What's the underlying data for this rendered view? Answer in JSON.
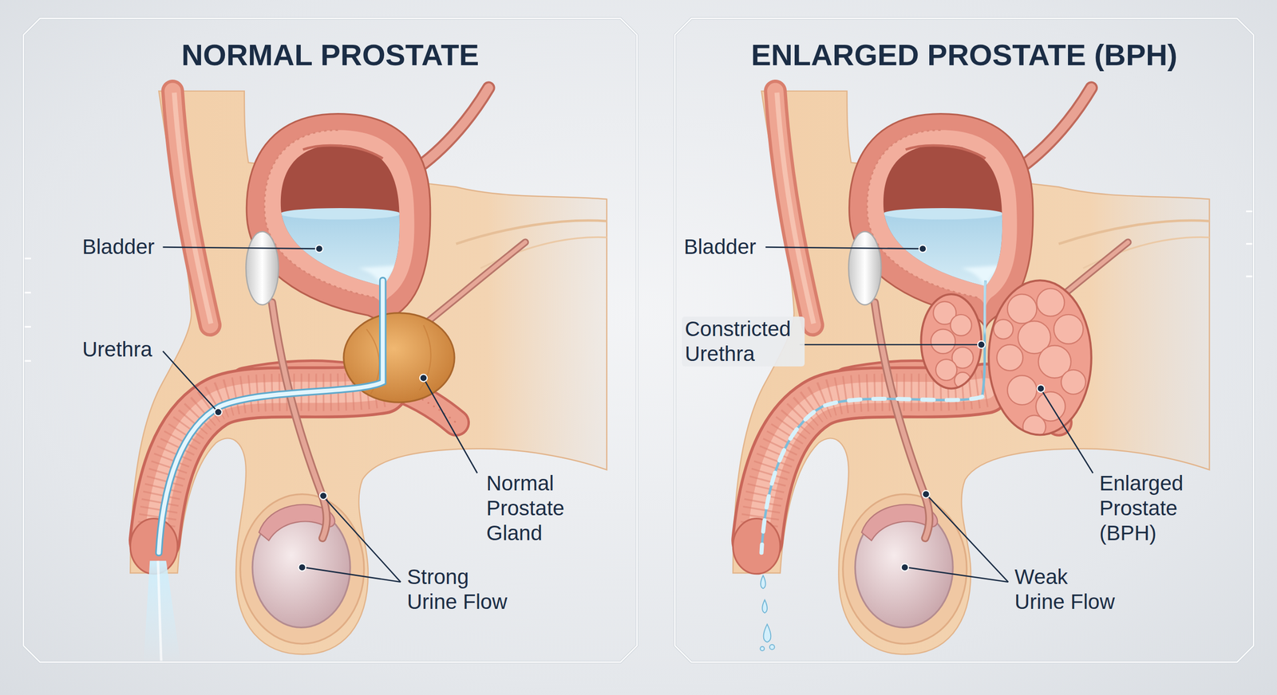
{
  "diagram": {
    "nodes": [
      {
        "text": [
          "NORMAL PROSTATE"
        ]
      },
      {
        "text": [
          "ENLARGED PROSTATE (BPH)"
        ]
      }
    ],
    "labels": [
      "Bladder",
      "Urethra",
      "Normal Prostate Gland",
      "Strong Urine Flow",
      "Bladder",
      "Constricted Urethra",
      "Enlarged Prostate (BPH)",
      "Weak Urine Flow"
    ]
  }
}
